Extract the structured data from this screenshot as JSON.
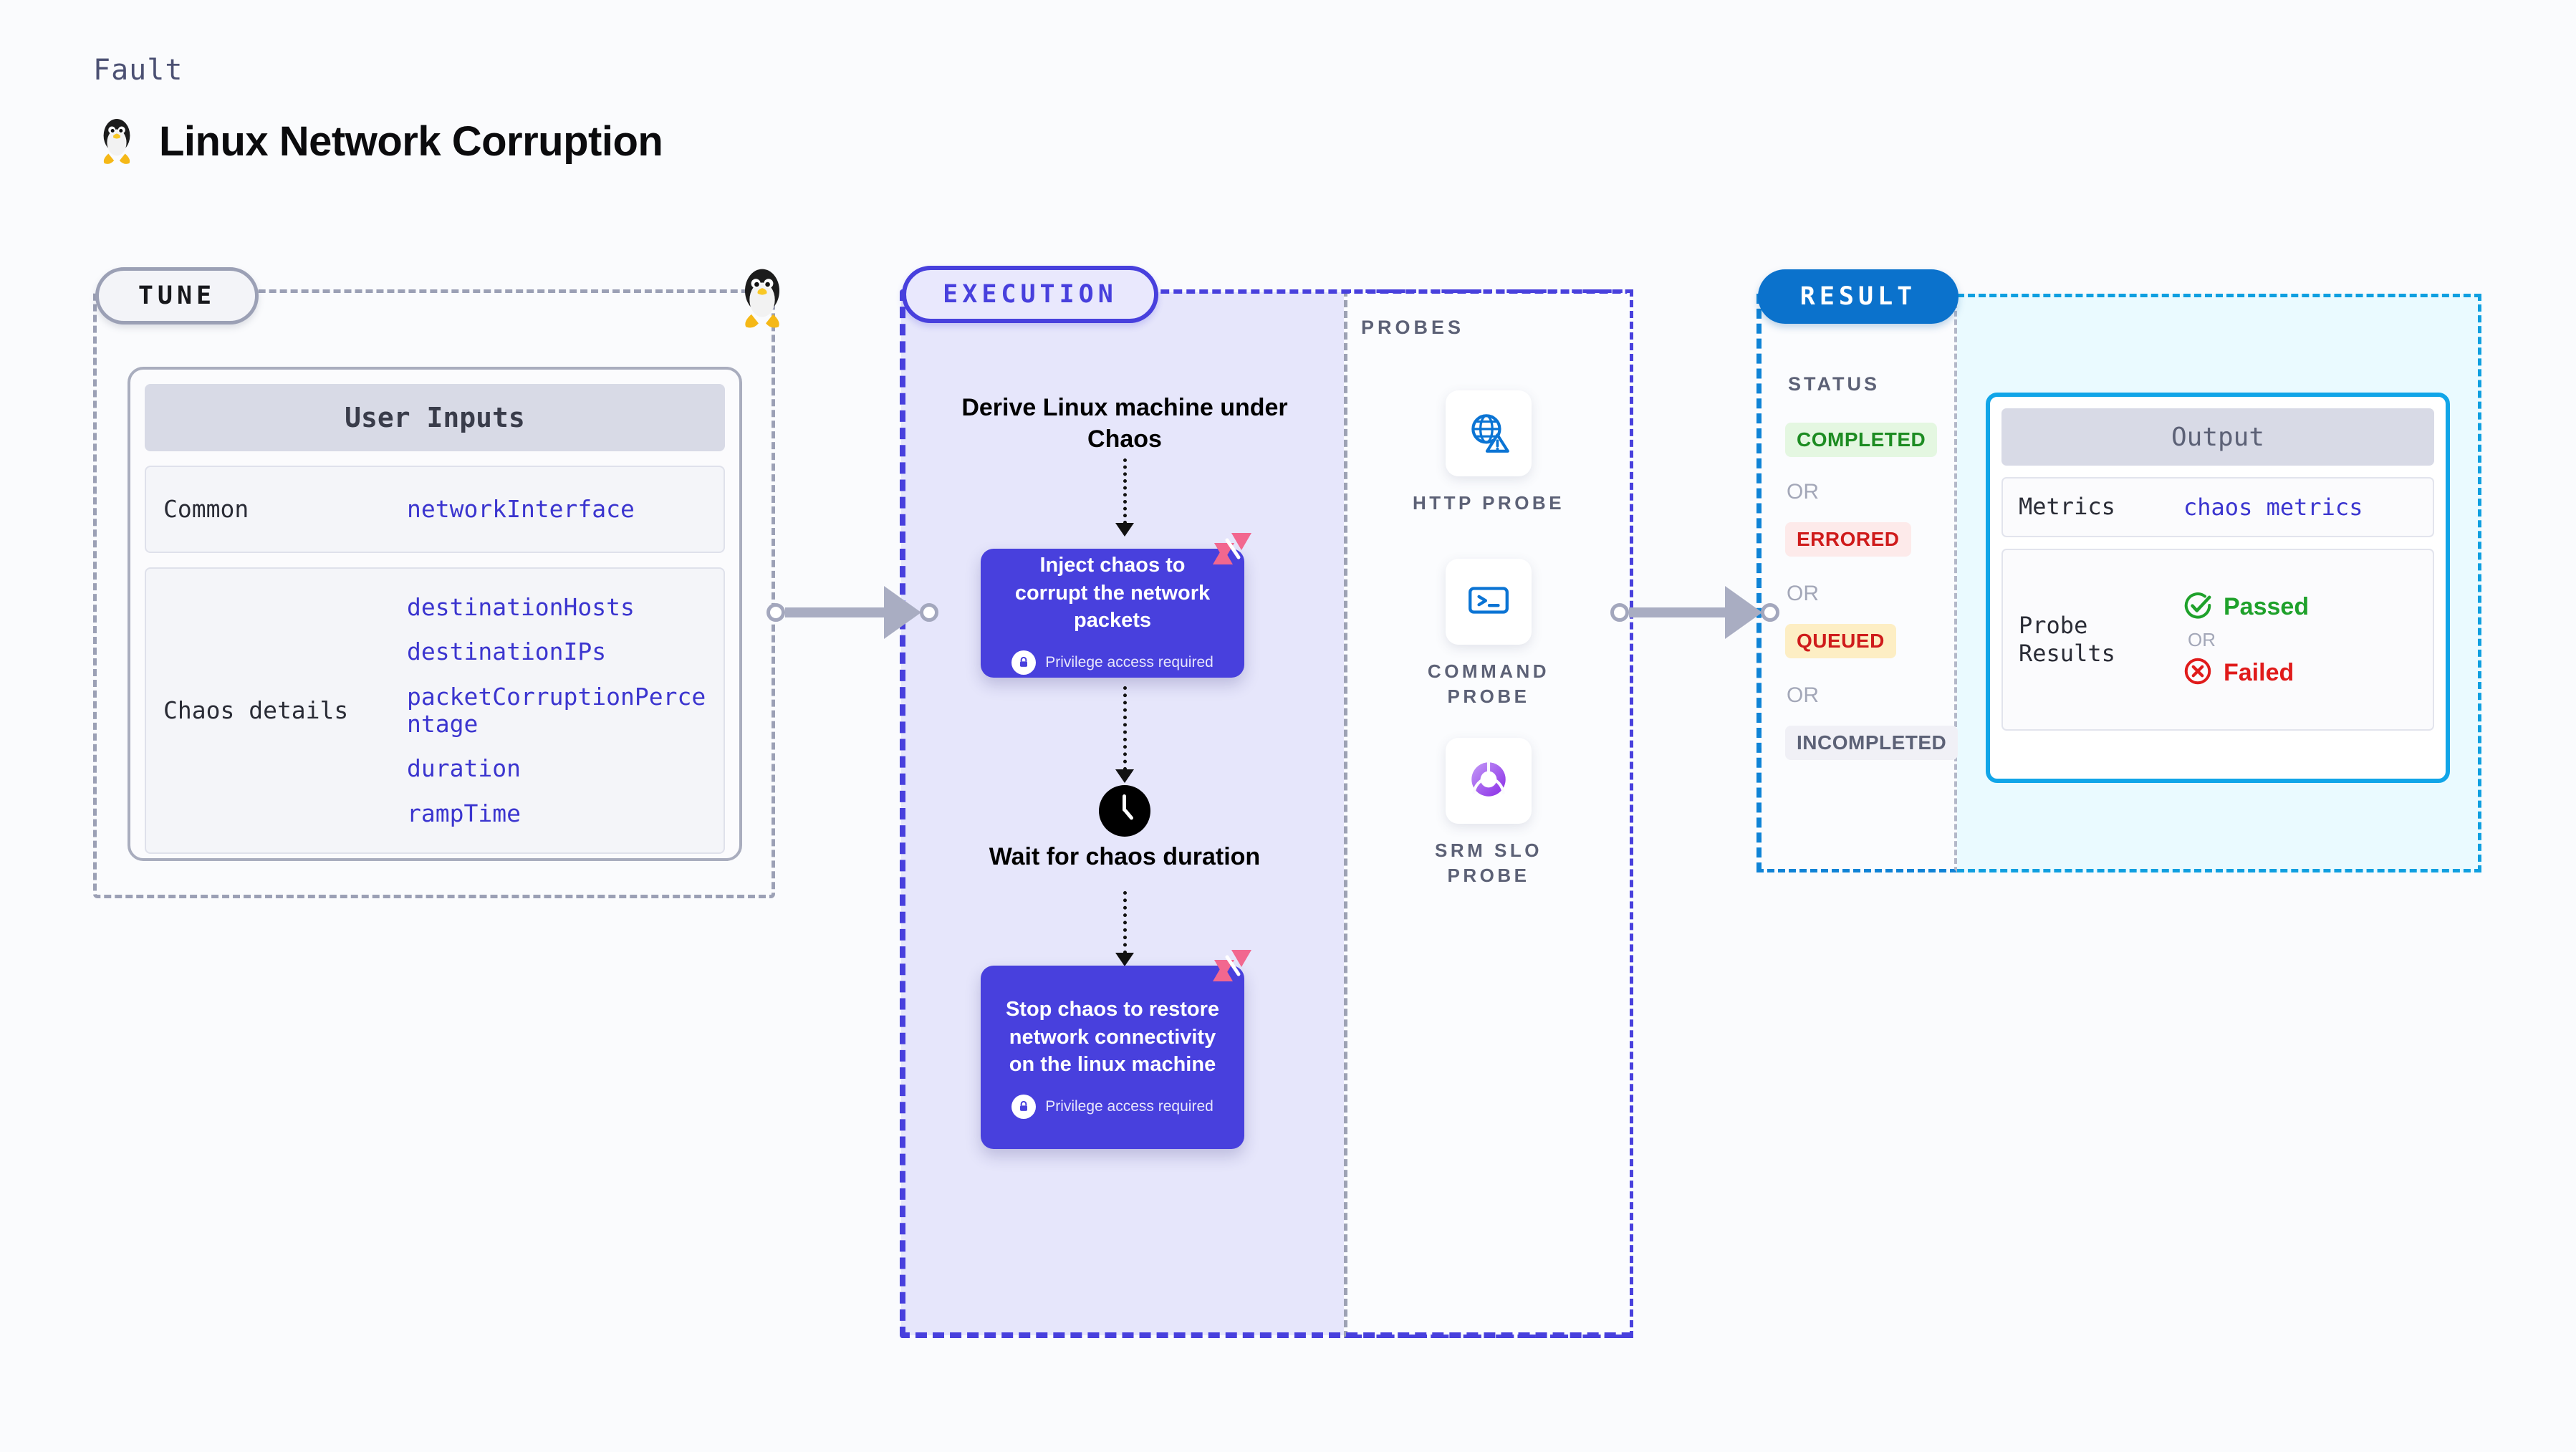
{
  "header": {
    "kicker": "Fault",
    "title": "Linux Network Corruption",
    "icon": "linux-tux-icon"
  },
  "tune": {
    "badge": "TUNE",
    "card_title": "User Inputs",
    "sections": [
      {
        "key": "Common",
        "values": [
          "networkInterface"
        ]
      },
      {
        "key": "Chaos details",
        "values": [
          "destinationHosts",
          "destinationIPs",
          "packetCorruptionPercentage",
          "duration",
          "rampTime"
        ]
      }
    ]
  },
  "execution": {
    "badge": "EXECUTION",
    "step_derive": "Derive Linux machine under Chaos",
    "card_inject": {
      "title": "Inject chaos to corrupt the network packets",
      "privilege": "Privilege access required"
    },
    "step_wait": "Wait for chaos duration",
    "card_stop": {
      "title": "Stop chaos to restore network connectivity on the linux machine",
      "privilege": "Privilege access required"
    }
  },
  "probes": {
    "label": "PROBES",
    "items": [
      {
        "label": "HTTP PROBE",
        "icon": "globe-warning-icon"
      },
      {
        "label": "COMMAND PROBE",
        "icon": "terminal-icon"
      },
      {
        "label": "SRM SLO PROBE",
        "icon": "slo-check-icon"
      }
    ]
  },
  "result": {
    "badge": "RESULT",
    "status_label": "STATUS",
    "or_text": "OR",
    "statuses": [
      {
        "label": "COMPLETED",
        "bg": "#e4f7e1",
        "fg": "#1d8c22"
      },
      {
        "label": "ERRORED",
        "bg": "#fdeaea",
        "fg": "#cf1b1b"
      },
      {
        "label": "QUEUED",
        "bg": "#fdeec4",
        "fg": "#cf1b1b"
      },
      {
        "label": "INCOMPLETED",
        "bg": "#f0f0f6",
        "fg": "#5c6176"
      }
    ]
  },
  "output": {
    "card_title": "Output",
    "metrics_key": "Metrics",
    "metrics_value": "chaos metrics",
    "probe_results_key": "Probe Results",
    "passed": "Passed",
    "or_text": "OR",
    "failed": "Failed"
  },
  "colors": {
    "page_bg": "#fafbfd",
    "tune_border": "#9ba0b5",
    "execution": "#4840dd",
    "execution_bg": "#e6e6fb",
    "result_blue": "#0b72cc",
    "output_blue": "#11a5e8",
    "output_bg": "#eafaff",
    "value_indigo": "#3b35cf",
    "harness_pink": "#f2678f"
  }
}
